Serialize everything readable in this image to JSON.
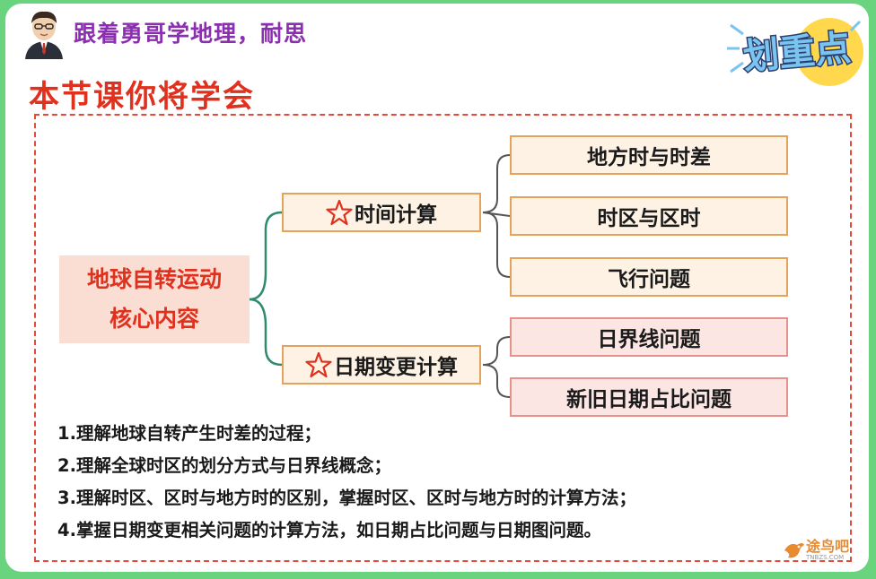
{
  "header": {
    "brand": "跟着勇哥学地理，耐思",
    "section_title": "本节课你将学会",
    "badge_text": "划重点"
  },
  "mindmap": {
    "root_line1": "地球自转运动",
    "root_line2": "核心内容",
    "branches": [
      {
        "label": "时间计算",
        "children": [
          "地方时与时差",
          "时区与区时",
          "飞行问题"
        ]
      },
      {
        "label": "日期变更计算",
        "children": [
          "日界线问题",
          "新旧日期占比问题"
        ]
      }
    ]
  },
  "goals": [
    "1.理解地球自转产生时差的过程；",
    "2.理解全球时区的划分方式与日界线概念；",
    "3.理解时区、区时与地方时的区别，掌握时区、区时与地方时的计算方法；",
    "4.掌握日期变更相关问题的计算方法，如日期占比问题与日期图问题。"
  ],
  "watermark": {
    "text": "途鸟吧",
    "sub": "TNBZS.COM"
  },
  "colors": {
    "background_green": "#6ad37e",
    "accent_red": "#e0301e",
    "brand_purple": "#8b2fb0",
    "node_border": "#e4a25a",
    "connector_teal": "#2f8a6e"
  },
  "icons": [
    "teacher-avatar-icon",
    "highlight-badge-icon",
    "red-star-icon",
    "watermark-bird-icon"
  ]
}
